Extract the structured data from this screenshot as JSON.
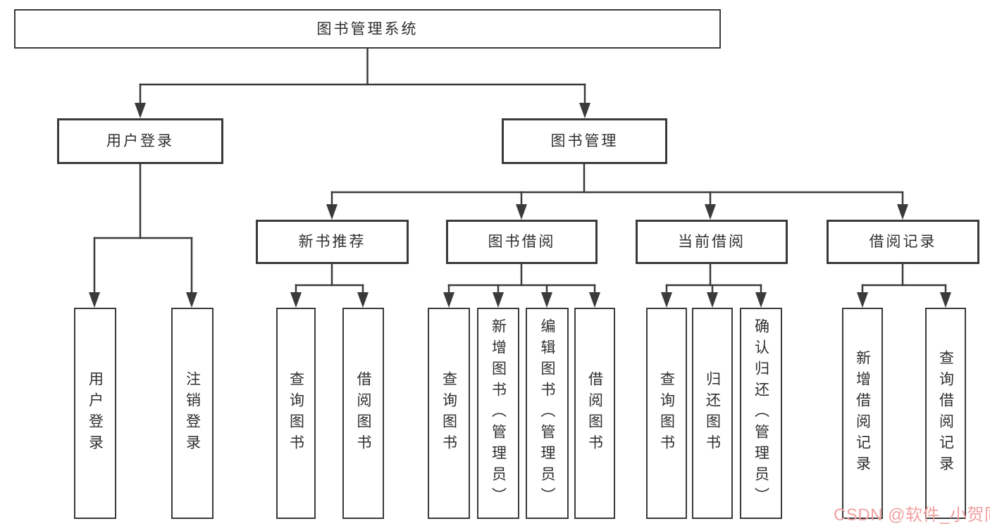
{
  "colors": {
    "line": "#3a3a3a",
    "box_border": "#3a3a3a",
    "text": "#2f2f2f",
    "background": "#ffffff",
    "watermark": "#f0a09f"
  },
  "watermark": {
    "text": "CSDN @软件_小贺同学"
  },
  "tree": {
    "label": "图书管理系统",
    "children": [
      {
        "label": "用户登录",
        "children": [
          {
            "label": "用户登录"
          },
          {
            "label": "注销登录"
          }
        ]
      },
      {
        "label": "图书管理",
        "children": [
          {
            "label": "新书推荐",
            "children": [
              {
                "label": "查询图书"
              },
              {
                "label": "借阅图书"
              }
            ]
          },
          {
            "label": "图书借阅",
            "children": [
              {
                "label": "查询图书"
              },
              {
                "label": "新增图书（管理员）"
              },
              {
                "label": "编辑图书（管理员）"
              },
              {
                "label": "借阅图书"
              }
            ]
          },
          {
            "label": "当前借阅",
            "children": [
              {
                "label": "查询图书"
              },
              {
                "label": "归还图书"
              },
              {
                "label": "确认归还（管理员）"
              }
            ]
          },
          {
            "label": "借阅记录",
            "children": [
              {
                "label": "新增借阅记录"
              },
              {
                "label": "查询借阅记录"
              }
            ]
          }
        ]
      }
    ]
  }
}
